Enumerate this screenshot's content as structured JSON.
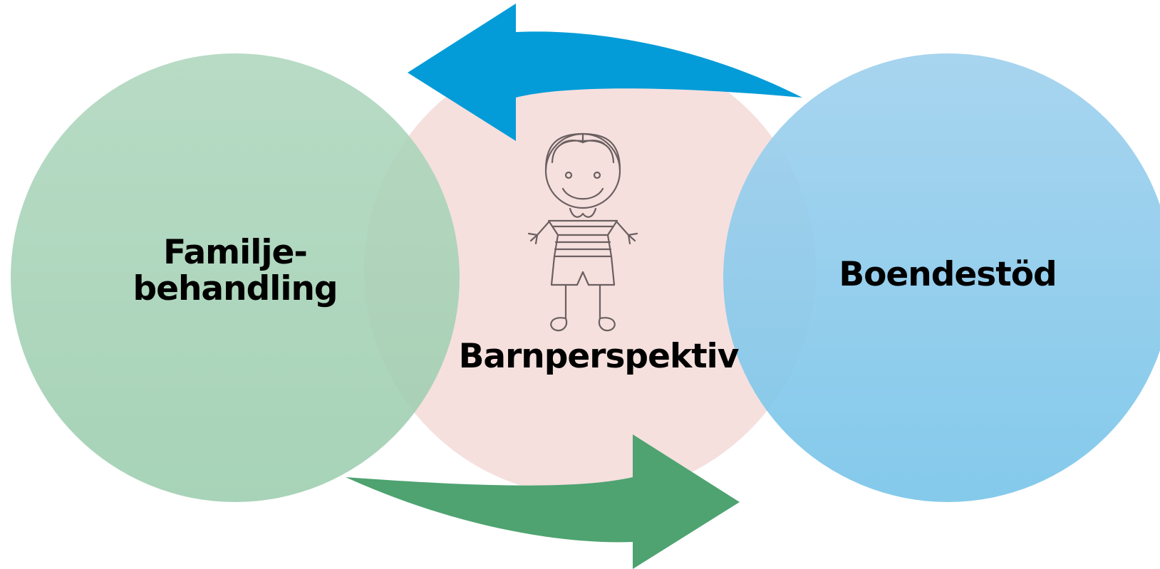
{
  "nodes": {
    "left": {
      "line1": "Familje-",
      "line2": "behandling",
      "color": "#9fcfb2"
    },
    "center": {
      "label": "Barnperspektiv",
      "color": "#f5e0de"
    },
    "right": {
      "label": "Boendestöd",
      "color": "#7ec6ea"
    }
  },
  "arrows": {
    "top": {
      "direction": "right-to-left",
      "color": "#049cd8"
    },
    "bottom": {
      "direction": "left-to-right",
      "color": "#4ea370"
    }
  },
  "icons": {
    "center": "child-drawing-icon"
  }
}
